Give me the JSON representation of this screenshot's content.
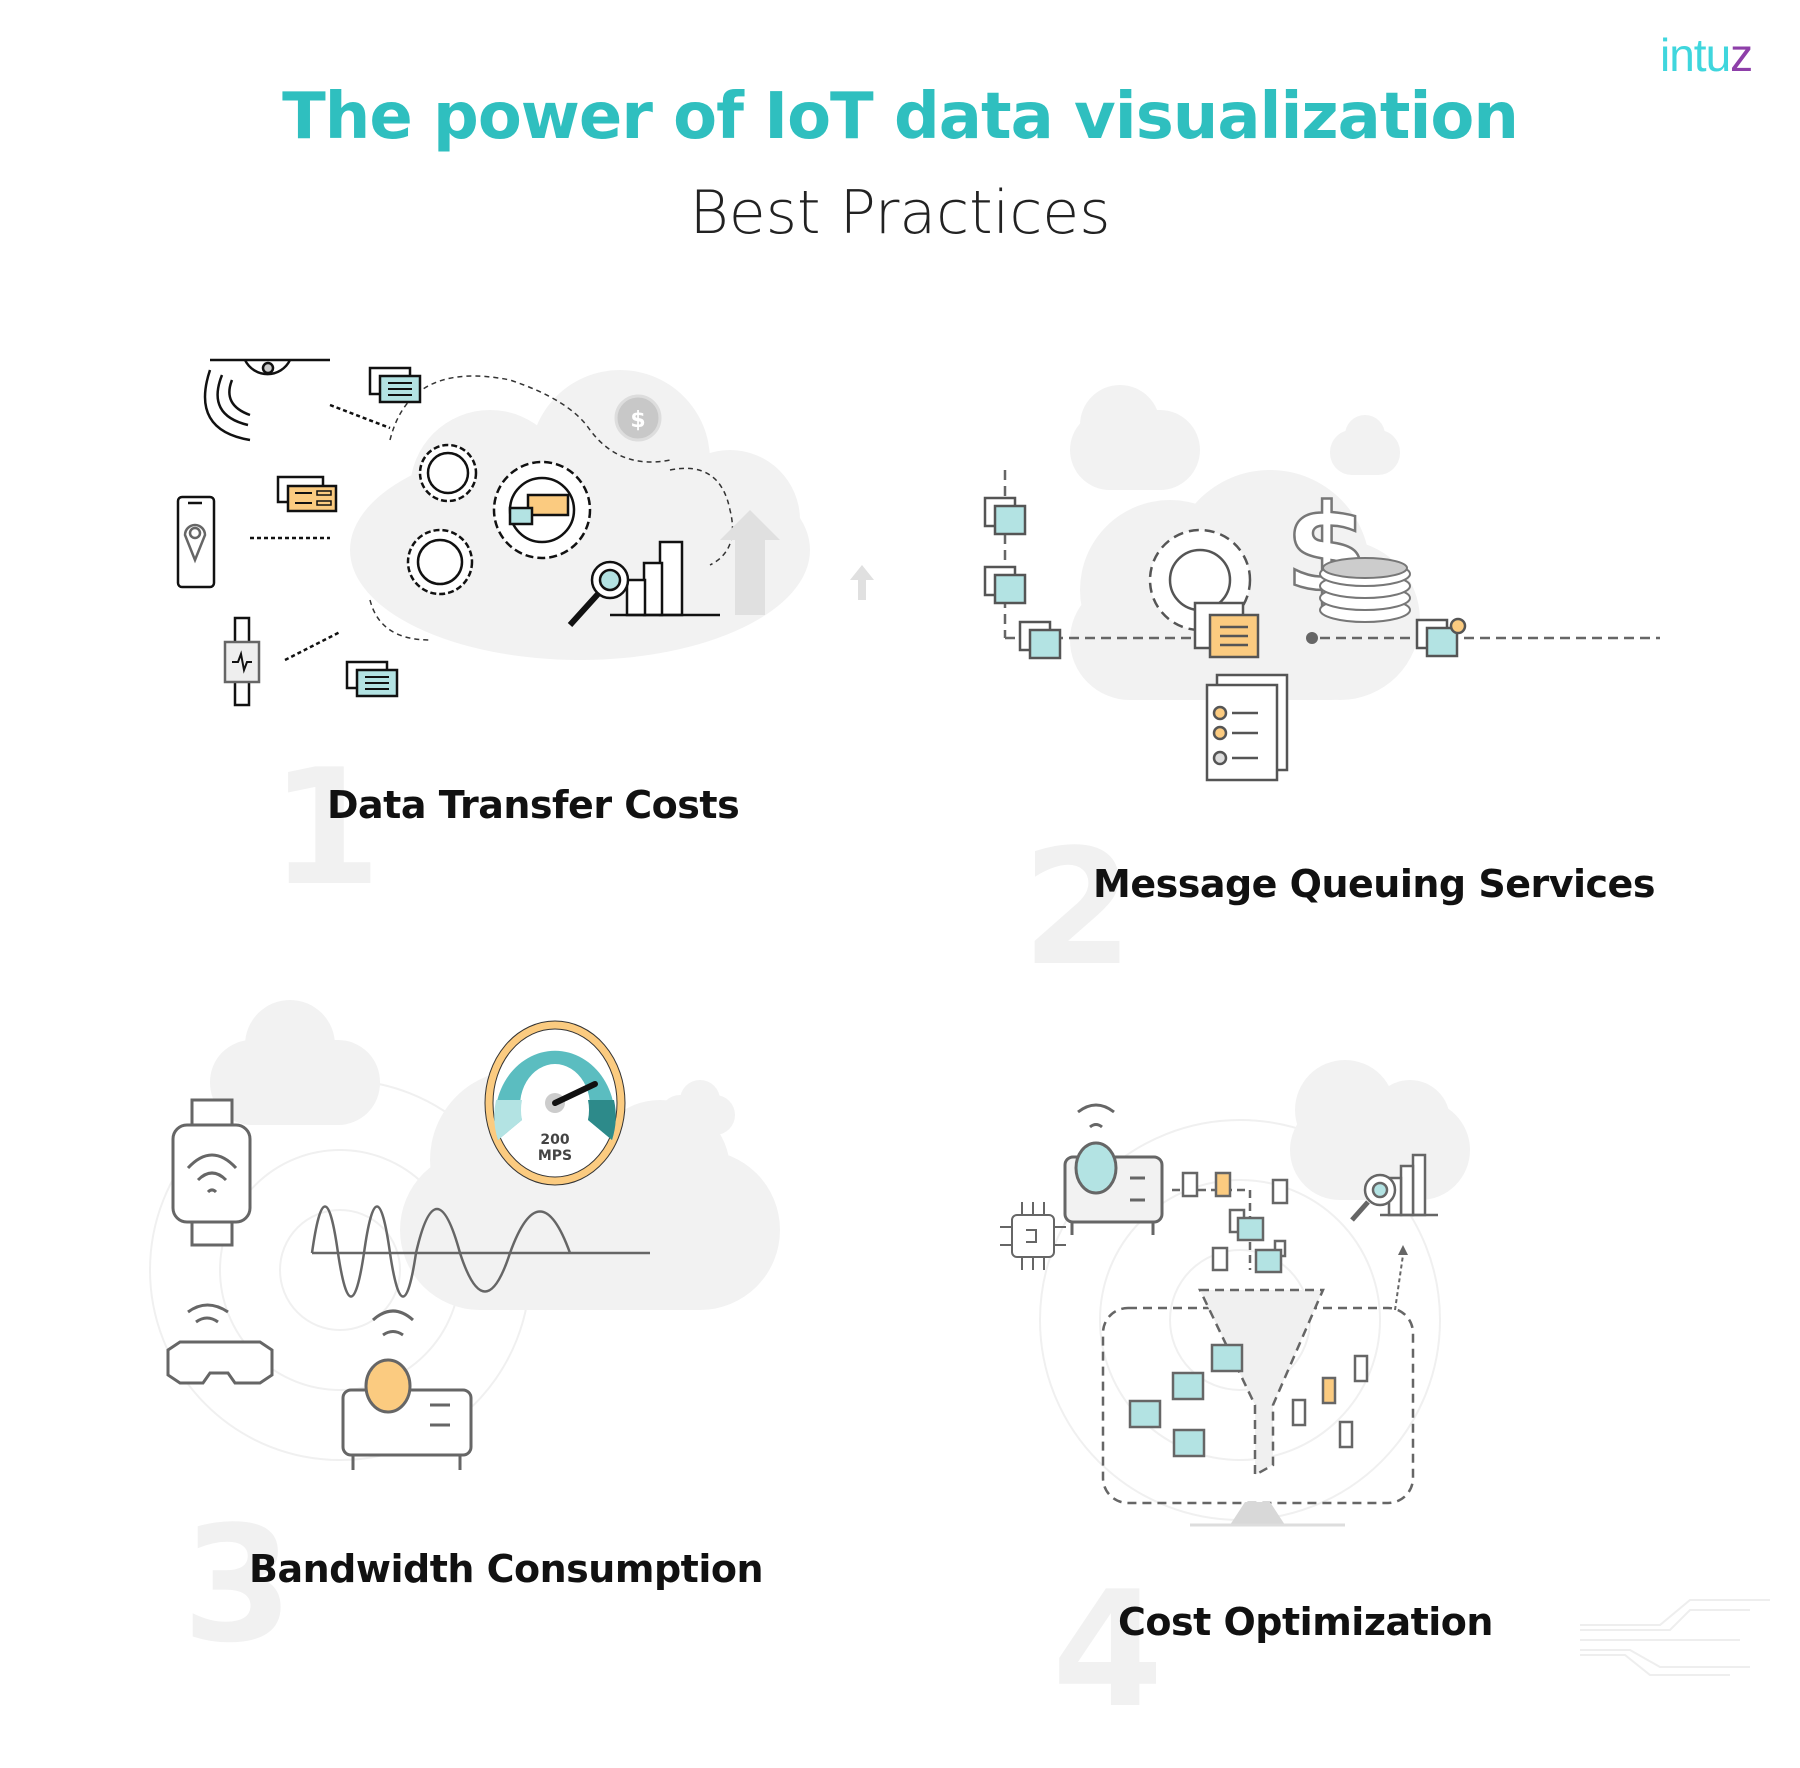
{
  "brand": {
    "logo_text_main": "intu",
    "logo_text_accent": "z",
    "primary_color": "#2fbfbf",
    "accent_color": "#8e3fa9"
  },
  "header": {
    "title": "The power of IoT data visualization",
    "subtitle": "Best Practices"
  },
  "practices": [
    {
      "number": "1",
      "label": "Data Transfer Costs",
      "icons": [
        "sensor-icon",
        "phone-location-icon",
        "smartwatch-icon",
        "message-icon",
        "gears-icon",
        "dollar-coin-icon",
        "analytics-chart-icon",
        "cloud-icon"
      ]
    },
    {
      "number": "2",
      "label": "Message Queuing Services",
      "icons": [
        "message-queue-icon",
        "gear-icon",
        "dollar-icon",
        "coins-icon",
        "checklist-icon",
        "cloud-icon"
      ]
    },
    {
      "number": "3",
      "label": "Bandwidth Consumption",
      "icons": [
        "smartwatch-wifi-icon",
        "speedometer-icon",
        "wave-icon",
        "vr-headset-icon",
        "projector-icon",
        "cloud-icon"
      ],
      "speedometer": {
        "value": "200",
        "unit": "MPS"
      }
    },
    {
      "number": "4",
      "label": "Cost Optimization",
      "icons": [
        "chip-icon",
        "projector-icon",
        "funnel-icon",
        "analytics-chart-icon",
        "monitor-icon",
        "cloud-icon"
      ]
    }
  ],
  "colors": {
    "teal_light": "#b3e3e3",
    "orange": "#fbcb80",
    "gray_line": "#666666",
    "cloud": "#f2f2f2"
  }
}
